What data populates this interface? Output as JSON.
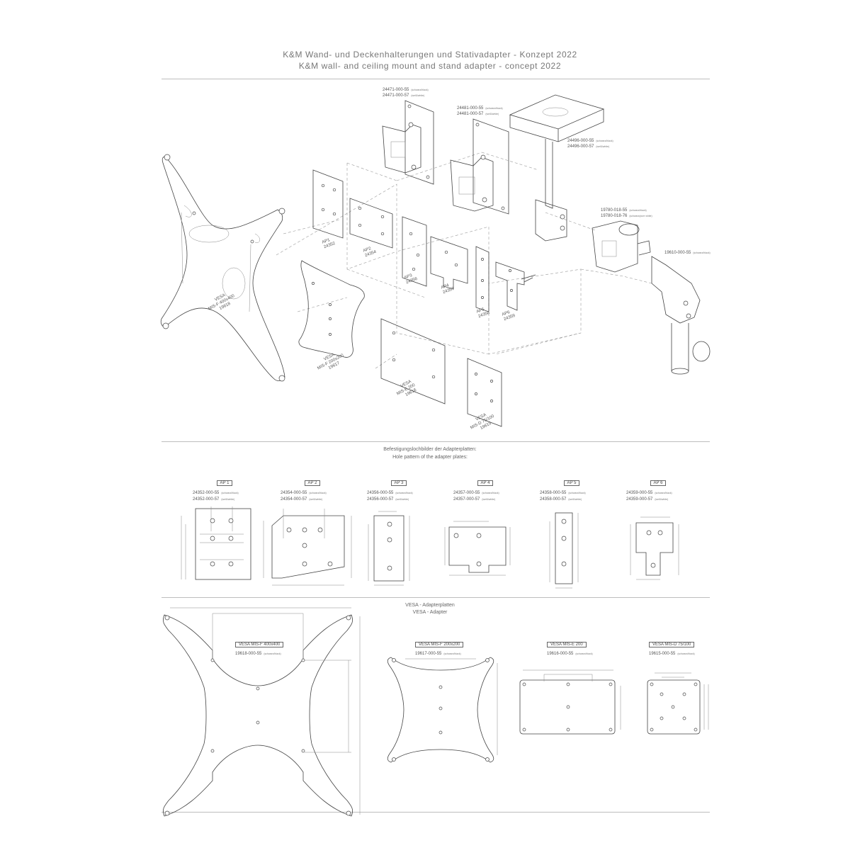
{
  "header": {
    "title_de": "K&M Wand- und Deckenhalterungen und Stativadapter - Konzept 2022",
    "title_en": "K&M wall- and ceiling mount and stand adapter - concept 2022"
  },
  "exploded": {
    "wall_mount_1": {
      "code_a": "24471-000-55",
      "code_b": "24471-000-57",
      "note_a": "(schwarz/black)",
      "note_b": "(weiß/white)"
    },
    "wall_mount_2": {
      "code_a": "24481-000-55",
      "code_b": "24481-000-57",
      "note_a": "(schwarz/black)",
      "note_b": "(weiß/white)"
    },
    "ceiling_mount": {
      "code_a": "24496-000-55",
      "code_b": "24496-000-57",
      "note_a": "(schwarz/black)",
      "note_b": "(weiß/white)"
    },
    "stand_adapter": {
      "code_a": "19780-018-55",
      "code_b": "19780-018-76",
      "note_a": "(schwarz/black)",
      "note_b": "(schwarz/pure white)"
    },
    "stand_adapter_2": {
      "code": "19610-000-55",
      "note": "(schwarz/black)"
    },
    "plates": [
      {
        "name": "AP1",
        "num": "24352"
      },
      {
        "name": "AP2",
        "num": "24354"
      },
      {
        "name": "AP3",
        "num": "24356"
      },
      {
        "name": "AP4",
        "num": "24357"
      },
      {
        "name": "AP5",
        "num": "24358"
      },
      {
        "name": "AP6",
        "num": "24359"
      }
    ],
    "vesa_400": {
      "l1": "VESA",
      "l2": "MIS-F 400x400",
      "l3": "19618"
    },
    "vesa_200": {
      "l1": "VESA",
      "l2": "MIS-F 200x200",
      "l3": "19617"
    },
    "vesa_e": {
      "l1": "VESA",
      "l2": "MIS-E 200",
      "l3": "19616"
    },
    "vesa_d": {
      "l1": "VESA",
      "l2": "MIS-D 75/100",
      "l3": "19615"
    }
  },
  "holes_section": {
    "title_de": "Befestigungslochbilder der Adapterplatten:",
    "title_en": "Hole pattern of the adapter plates:",
    "plates": [
      {
        "label": "AP 1",
        "code_a": "24352-000-55",
        "code_b": "24352-000-57"
      },
      {
        "label": "AP 2",
        "code_a": "24354-000-55",
        "code_b": "24354-000-57"
      },
      {
        "label": "AP 3",
        "code_a": "24356-000-55",
        "code_b": "24356-000-57"
      },
      {
        "label": "AP 4",
        "code_a": "24357-000-55",
        "code_b": "24357-000-57"
      },
      {
        "label": "AP 5",
        "code_a": "24358-000-55",
        "code_b": "24358-000-57"
      },
      {
        "label": "AP 6",
        "code_a": "24359-000-55",
        "code_b": "24359-000-57"
      }
    ],
    "note_a": "(schwarz/black)",
    "note_b": "(weiß/white)"
  },
  "vesa_section": {
    "title_de": "VESA - Adapterplatten",
    "title_en": "VESA - Adapter",
    "items": [
      {
        "label": "VESA MIS-F 400x400",
        "code": "19618-000-55"
      },
      {
        "label": "VESA MIS-F 200x200",
        "code": "19617-000-55"
      },
      {
        "label": "VESA MIS-E 200",
        "code": "19616-000-55"
      },
      {
        "label": "VESA MIS-D 75/100",
        "code": "19615-000-55"
      }
    ],
    "note": "(schwarz/black)"
  }
}
